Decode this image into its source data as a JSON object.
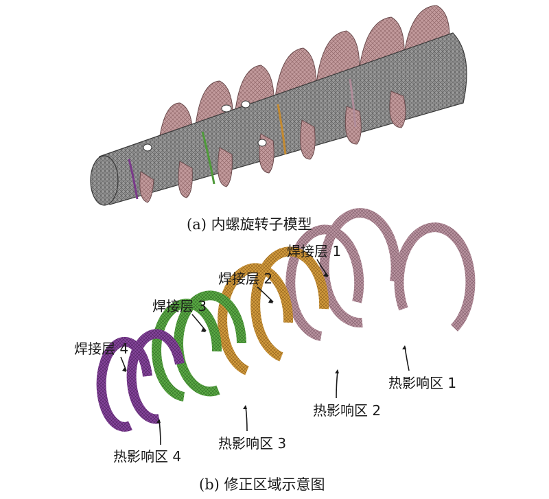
{
  "captions": {
    "a": "(a) 内螺旋转子模型",
    "b": "(b) 修正区域示意图"
  },
  "labels": {
    "weld_layer_1": "焊接层 1",
    "weld_layer_2": "焊接层 2",
    "weld_layer_3": "焊接层 3",
    "weld_layer_4": "焊接层 4",
    "haz_1": "热影响区 1",
    "haz_2": "热影响区 2",
    "haz_3": "热影响区 3",
    "haz_4": "热影响区 4"
  },
  "colors": {
    "mesh_gray": "#8a8a8a",
    "flight_pink": "#b58a8c",
    "region_1": "#b08c9a",
    "region_2": "#c48a30",
    "region_3": "#4f9a3a",
    "region_4": "#7a3a8a"
  }
}
